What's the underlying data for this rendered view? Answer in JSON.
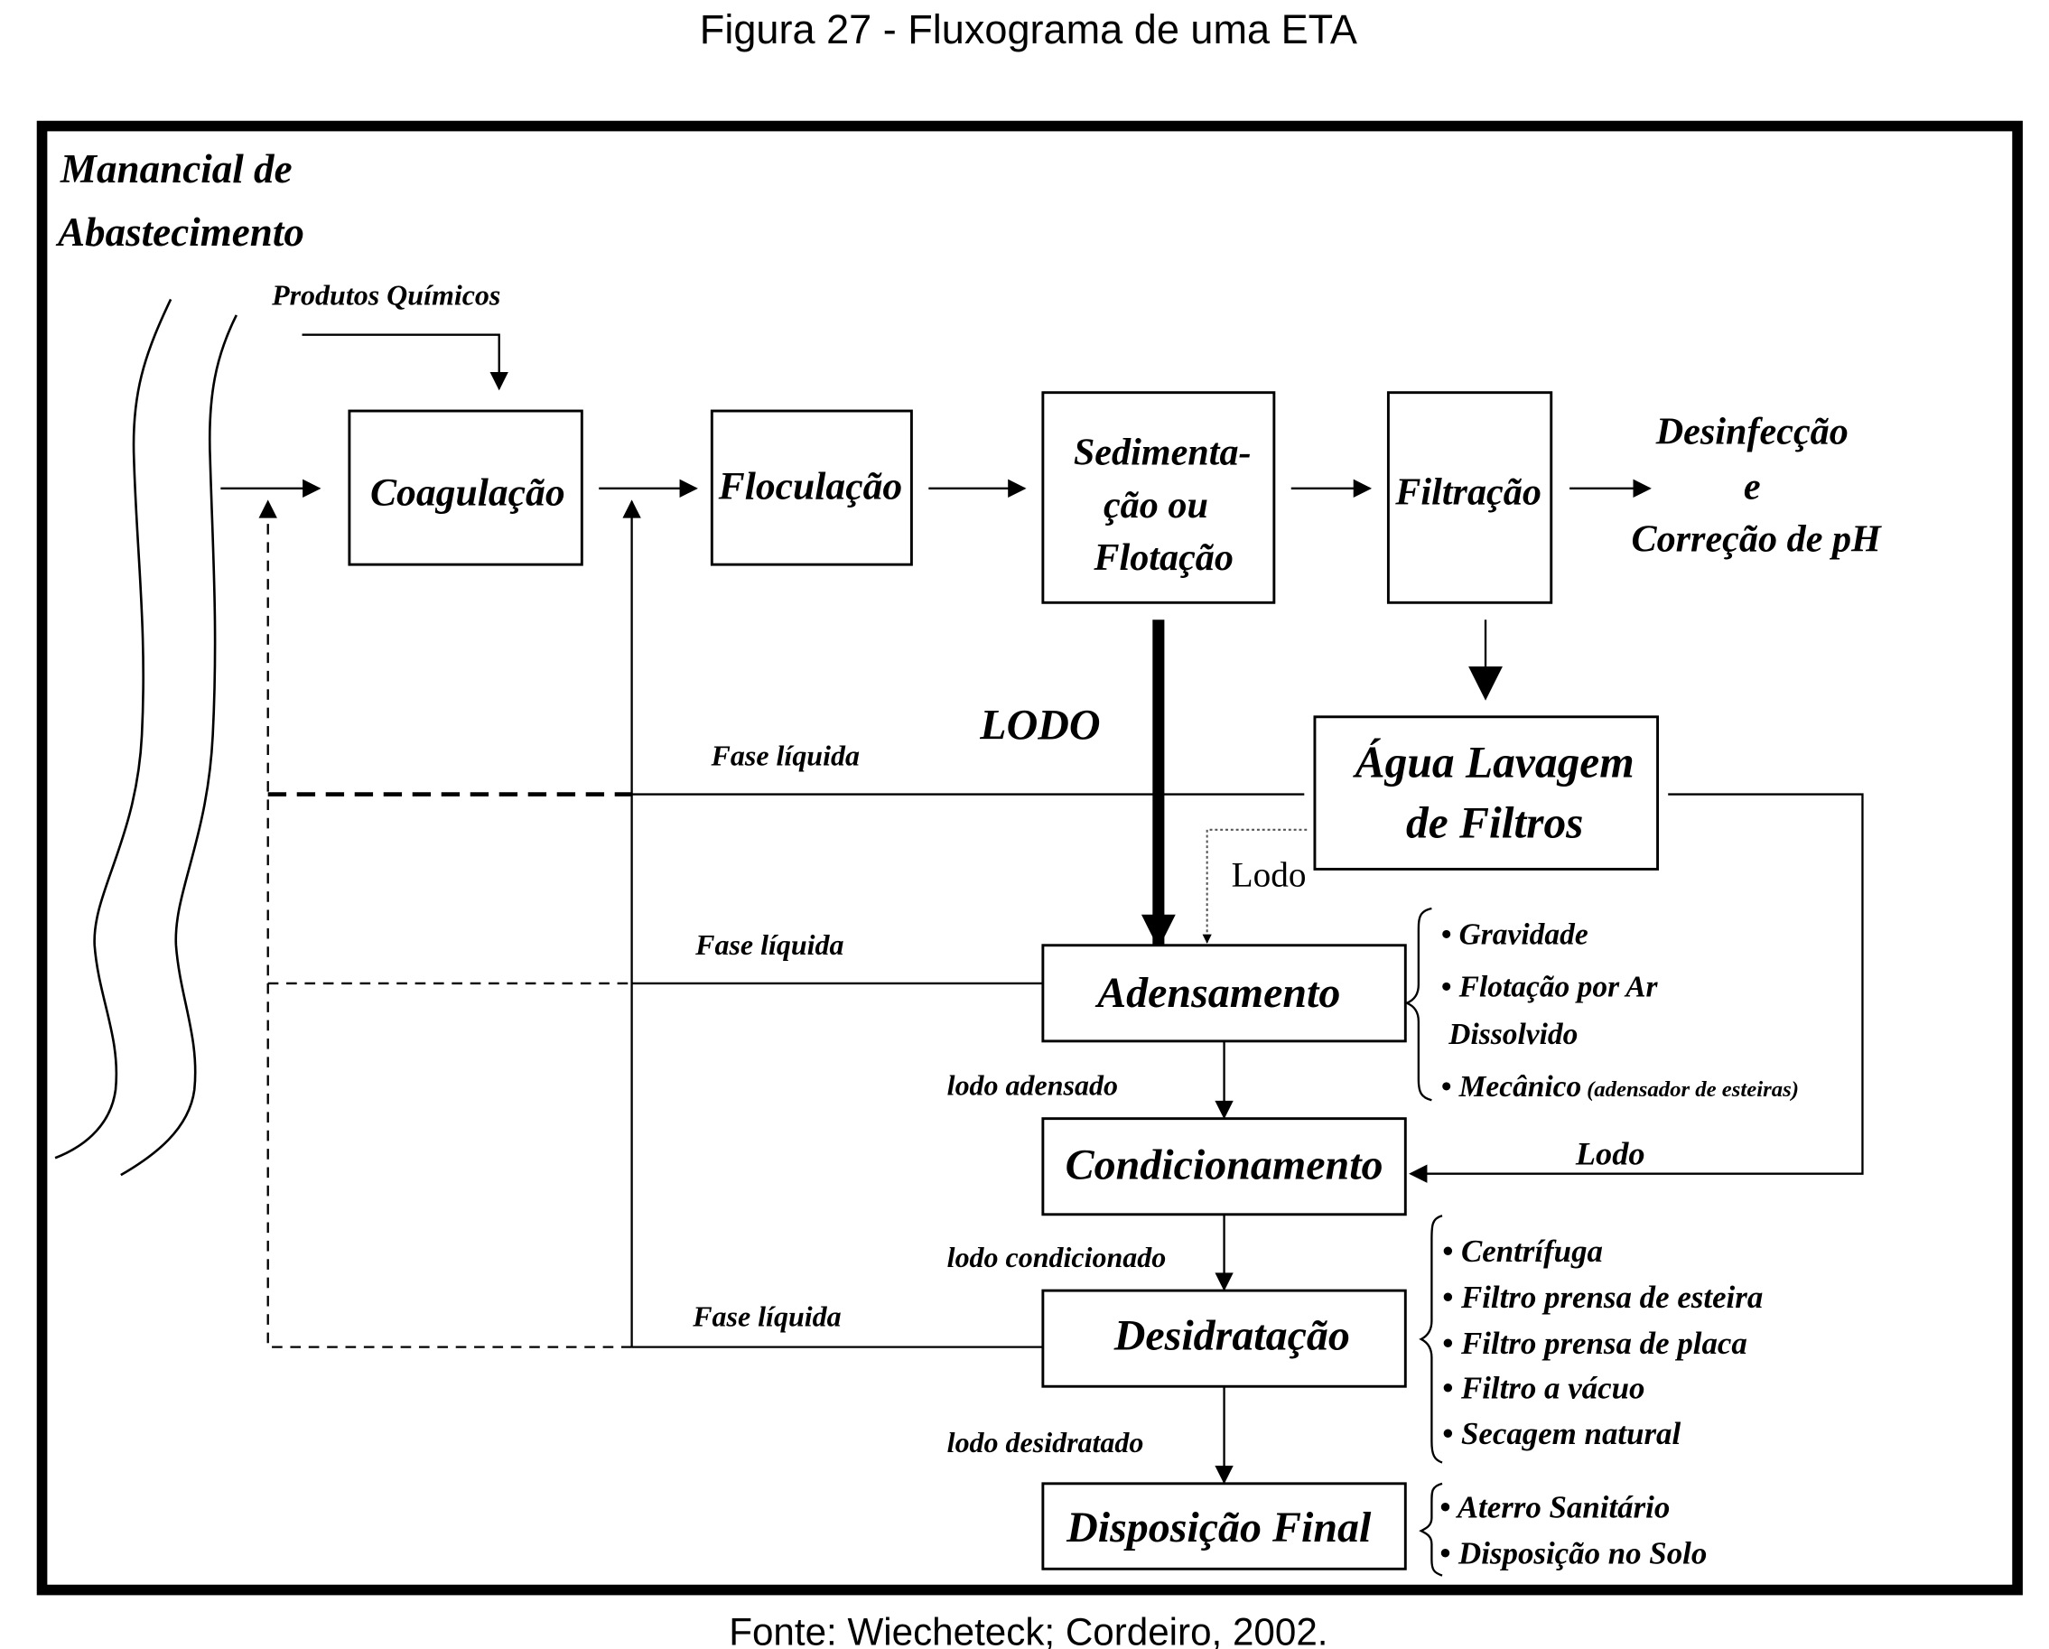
{
  "figure": {
    "title": "Figura 27 - Fluxograma de uma ETA",
    "caption": "Fonte: Wiecheteck; Cordeiro, 2002."
  },
  "source": {
    "line1": "Manancial de",
    "line2": "Abastecimento"
  },
  "inputs": {
    "chemicals": "Produtos Químicos"
  },
  "process_boxes": {
    "coagulacao": "Coagulação",
    "floculacao": "Floculação",
    "sedimentacao": [
      "Sedimenta-",
      "ção ou",
      "Flotação"
    ],
    "filtracao": "Filtração",
    "agua_lavagem": [
      "Água Lavagem",
      "de Filtros"
    ],
    "adensamento": "Adensamento",
    "condicionamento": "Condicionamento",
    "desidratacao": "Desidratação",
    "disposicao": "Disposição Final"
  },
  "outputs": {
    "final_treatment": [
      "Desinfecção",
      "e",
      "Correção de pH"
    ]
  },
  "flow_labels": {
    "lodo_main": "LODO",
    "lodo_small": "Lodo",
    "lodo_right": "Lodo",
    "fase_liquida_1": "Fase líquida",
    "fase_liquida_2": "Fase líquida",
    "fase_liquida_3": "Fase líquida",
    "lodo_adensado": "lodo adensado",
    "lodo_condicionado": "lodo condicionado",
    "lodo_desidratado": "lodo desidratado"
  },
  "options": {
    "adensamento": [
      "• Gravidade",
      "• Flotação por Ar",
      "Dissolvido",
      "• Mecânico"
    ],
    "adensamento_note": "(adensador de esteiras)",
    "desidratacao": [
      "• Centrífuga",
      "• Filtro prensa de esteira",
      "• Filtro prensa de placa",
      "• Filtro a vácuo",
      "• Secagem natural"
    ],
    "disposicao": [
      "• Aterro Sanitário",
      "• Disposição no Solo"
    ]
  }
}
